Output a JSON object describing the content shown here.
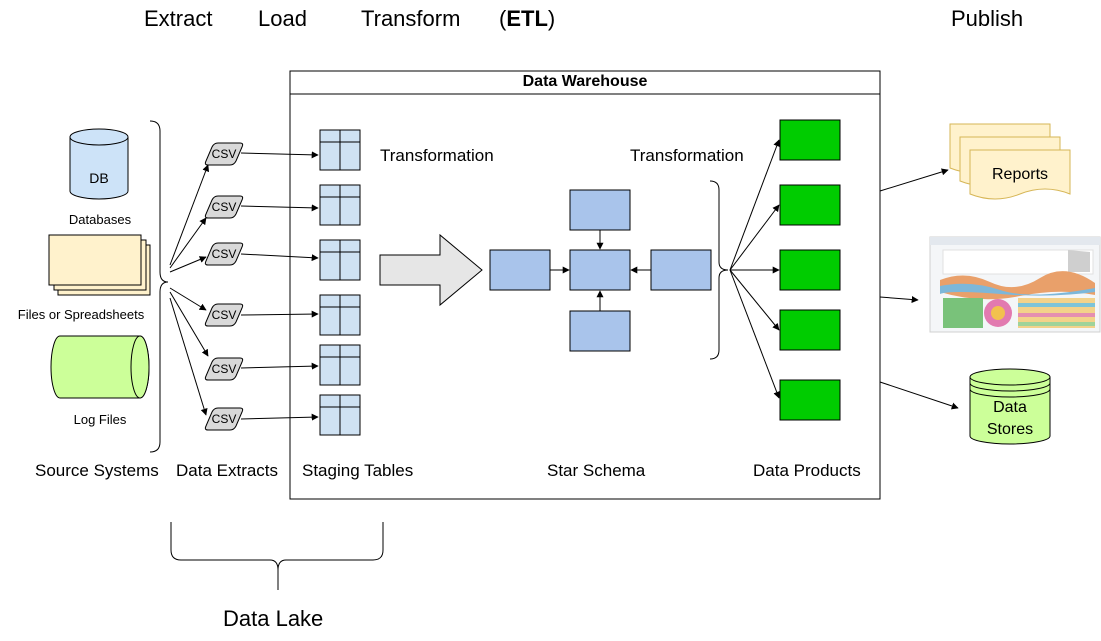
{
  "header": {
    "extract": "Extract",
    "load": "Load",
    "transform": "Transform",
    "etl_open": "(",
    "etl": "ETL",
    "etl_close": ")",
    "publish": "Publish"
  },
  "warehouse": {
    "title": "Data Warehouse"
  },
  "sources": {
    "db_label": "DB",
    "databases": "Databases",
    "files": "Files or Spreadsheets",
    "logs": "Log Files"
  },
  "csv_label": "CSV",
  "transformation_left": "Transformation",
  "transformation_right": "Transformation",
  "captions": {
    "source_systems": "Source Systems",
    "data_extracts": "Data Extracts",
    "staging_tables": "Staging Tables",
    "star_schema": "Star Schema",
    "data_products": "Data Products"
  },
  "data_lake": "Data Lake",
  "outputs": {
    "reports": "Reports",
    "data_stores_line1": "Data",
    "data_stores_line2": "Stores"
  },
  "colors": {
    "staging": "#cfe2f3",
    "star": "#a9c4eb",
    "product": "#00cc00",
    "db": "#cde3f8",
    "files": "#fff2cc",
    "logs": "#ccff99",
    "csv": "#d9d9d9",
    "reports": "#fff2cc",
    "stores": "#ccff99"
  }
}
